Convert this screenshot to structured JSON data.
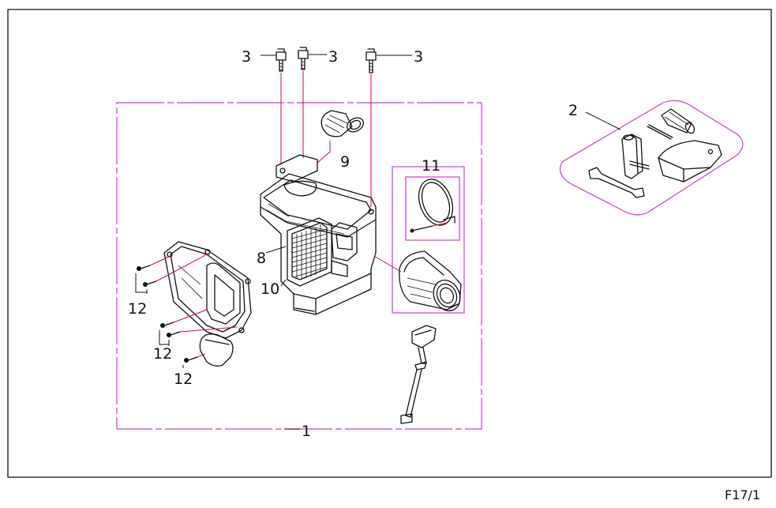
{
  "diagram": {
    "page_code": "F17/1",
    "callouts": {
      "assembly": "1",
      "tool_kit": "2",
      "bolt_a": "3",
      "bolt_b": "3",
      "bolt_c": "3",
      "element": "8",
      "intake_elbow": "9",
      "foam_seal": "10",
      "joint_group": "11",
      "screw_a": "12",
      "screw_b": "12",
      "screw_c": "12"
    },
    "colors": {
      "outline": "#111111",
      "leader_red": "#e0003c",
      "group_magenta": "#d23ad0"
    }
  }
}
